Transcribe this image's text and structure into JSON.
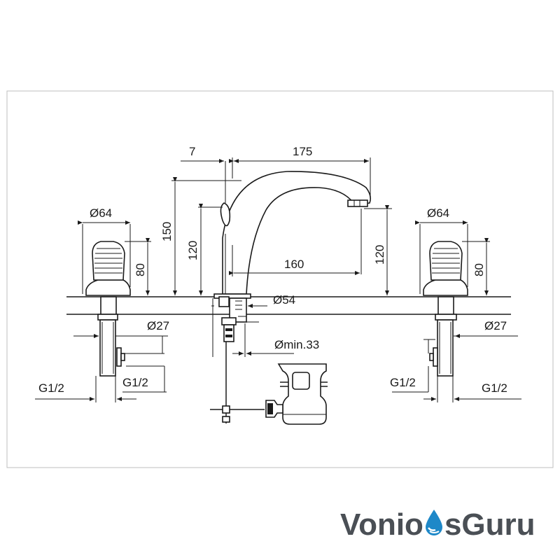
{
  "diagram": {
    "dimensions": {
      "spout_offset": "7",
      "spout_reach": "175",
      "total_height": "150",
      "spout_height_left": "120",
      "spout_height_right": "120",
      "spout_inner_reach": "160",
      "handle_diameter_left": "Ø64",
      "handle_diameter_right": "Ø64",
      "handle_height_left": "80",
      "handle_height_right": "80",
      "body_diameter": "Ø54",
      "shank_diameter_left": "Ø27",
      "shank_diameter_right": "Ø27",
      "hole_min_diameter": "Ømin.33",
      "thread_left_outer": "G1/2",
      "thread_left_inner": "G1/2",
      "thread_right_inner": "G1/2",
      "thread_right_outer": "G1/2"
    }
  },
  "brand": {
    "name_part1": "Vonio",
    "name_part2": "s",
    "name_part3": "Guru",
    "accent_color": "#1e88c8",
    "text_color": "#4a4f55"
  }
}
